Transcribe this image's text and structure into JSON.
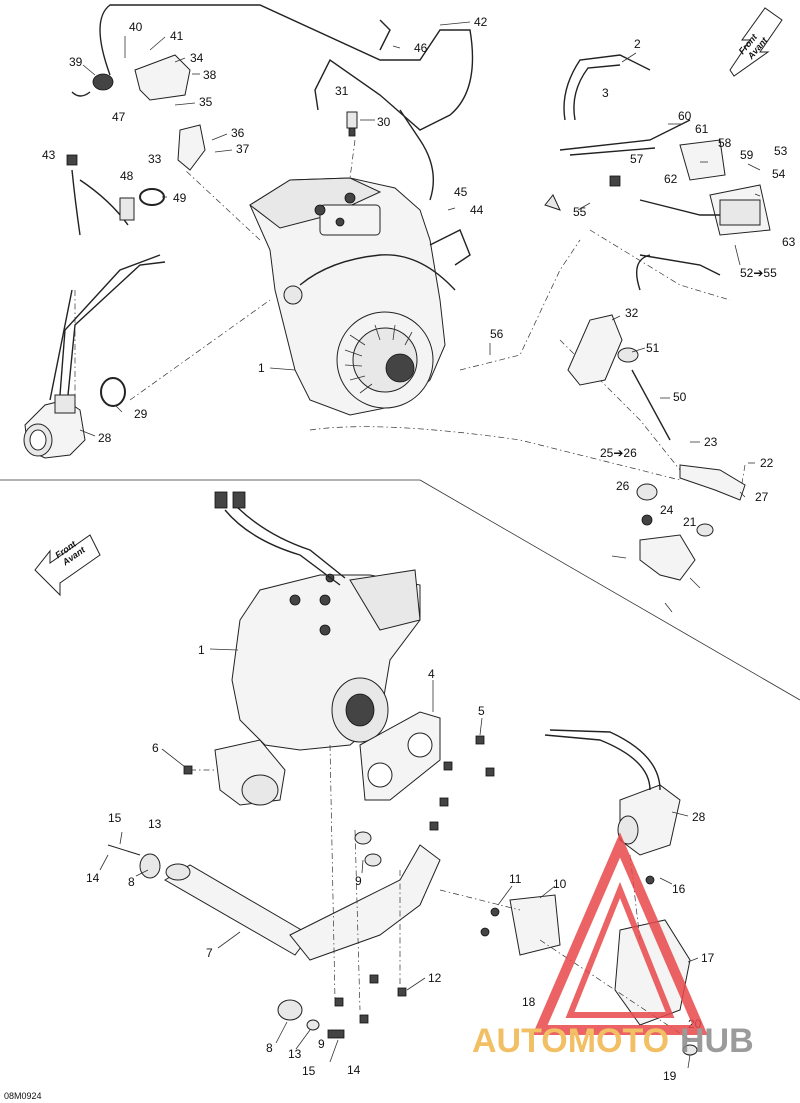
{
  "reference_code": "08M0924",
  "direction_tag": {
    "line1": "Front",
    "line2": "Avant"
  },
  "watermark": {
    "part1": "AUTOMOTO",
    "part2": "HUB"
  },
  "callouts_top": [
    "40",
    "41",
    "34",
    "39",
    "38",
    "47",
    "35",
    "33",
    "36",
    "37",
    "42",
    "46",
    "31",
    "30",
    "43",
    "48",
    "49",
    "45",
    "44",
    "29",
    "28",
    "1",
    "56",
    "2",
    "3",
    "60",
    "61",
    "58",
    "59",
    "57",
    "62",
    "53",
    "54",
    "55",
    "63",
    "52➔55",
    "32",
    "51",
    "50",
    "23",
    "25➔26",
    "26",
    "22",
    "27",
    "24",
    "21"
  ],
  "callouts_bottom": [
    "1",
    "4",
    "5",
    "6",
    "15",
    "13",
    "14",
    "8",
    "7",
    "9",
    "11",
    "10",
    "28",
    "16",
    "17",
    "18",
    "20",
    "19",
    "12"
  ]
}
